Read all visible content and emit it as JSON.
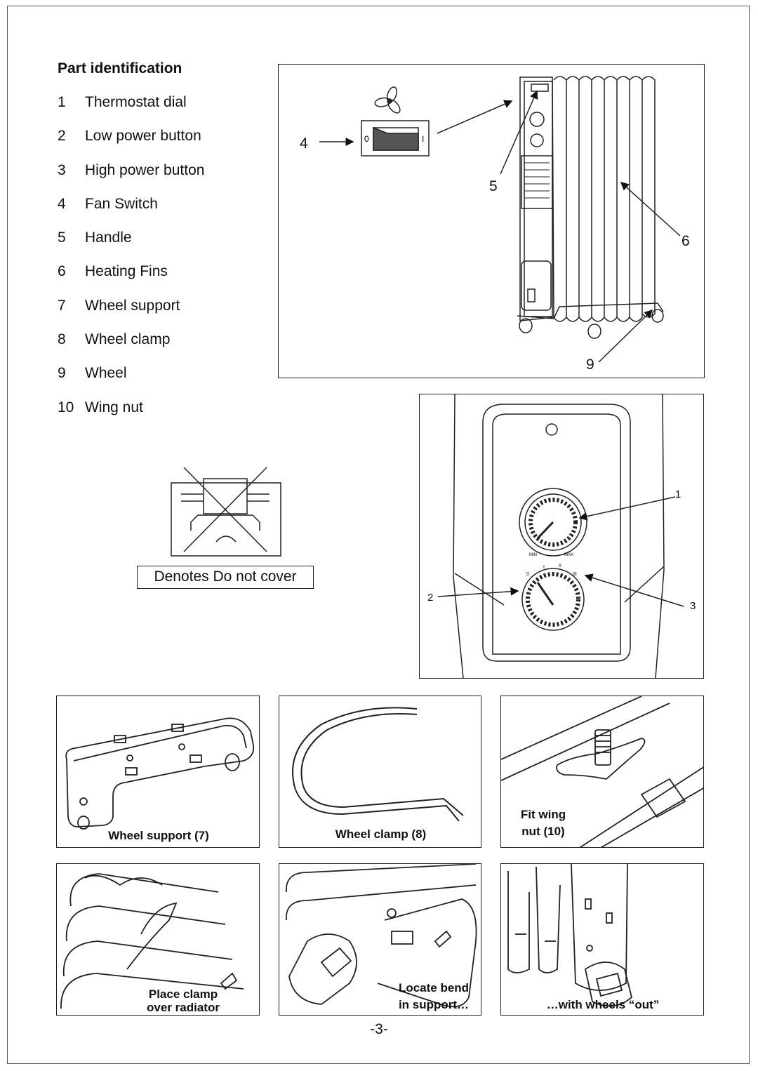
{
  "section_title": "Part identification",
  "parts": [
    {
      "num": "1",
      "label": "Thermostat dial"
    },
    {
      "num": "2",
      "label": "Low power button"
    },
    {
      "num": "3",
      "label": "High power button"
    },
    {
      "num": "4",
      "label": "Fan Switch"
    },
    {
      "num": "5",
      "label": "Handle"
    },
    {
      "num": "6",
      "label": "Heating Fins"
    },
    {
      "num": "7",
      "label": "Wheel support"
    },
    {
      "num": "8",
      "label": "Wheel clamp"
    },
    {
      "num": "9",
      "label": "Wheel"
    },
    {
      "num": "10",
      "label": "Wing nut"
    }
  ],
  "overview_figure": {
    "callouts": [
      "4",
      "5",
      "6",
      "9"
    ],
    "switch_marks": {
      "off": "0",
      "on": "I"
    }
  },
  "control_panel_figure": {
    "callouts": [
      "1",
      "2",
      "3"
    ],
    "dial_labels": {
      "min": "MIN",
      "max": "MAX"
    },
    "power_marks": [
      "0",
      "I",
      "II",
      "III"
    ]
  },
  "legend": {
    "label": "Denotes Do not cover"
  },
  "assembly": [
    {
      "caption": "Wheel support (7)"
    },
    {
      "caption": "Wheel clamp (8)"
    },
    {
      "caption_line1": "Fit wing",
      "caption_line2": "nut (10)"
    },
    {
      "caption_line1": "Place clamp",
      "caption_line2": "over radiator"
    },
    {
      "caption_line1": "Locate bend",
      "caption_line2": "in support…"
    },
    {
      "caption": "…with wheels “out”"
    }
  ],
  "page_number": "-3-"
}
